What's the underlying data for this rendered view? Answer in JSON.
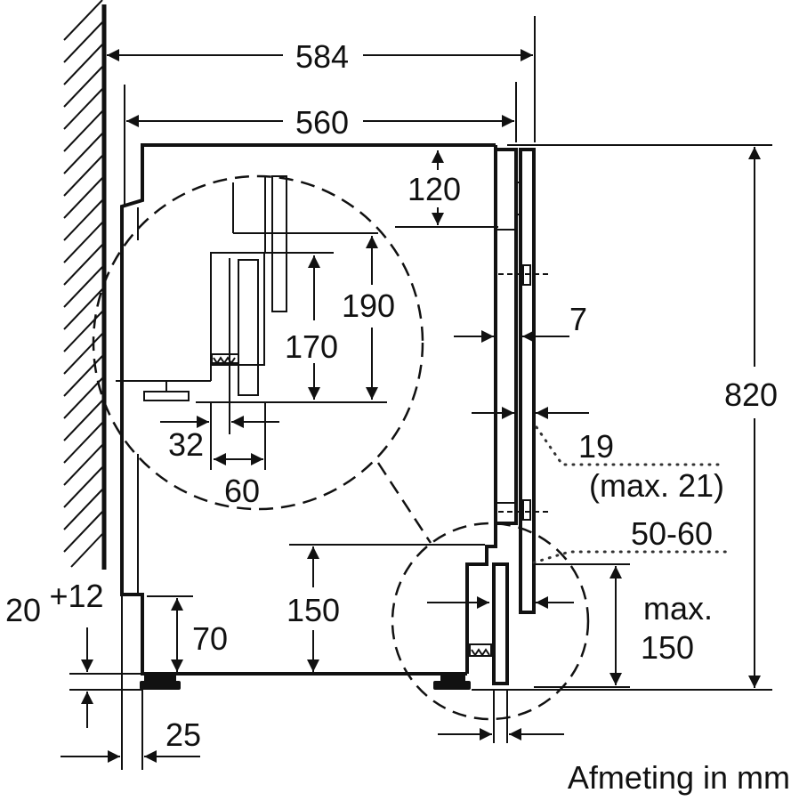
{
  "diagram": {
    "dimensions": {
      "outer_width": "584",
      "appliance_width": "560",
      "top_clearance": "120",
      "recess_190": "190",
      "recess_170": "170",
      "depth_32": "32",
      "depth_60": "60",
      "door_gap": "7",
      "door_thickness": "19",
      "door_thickness_max": "(max. 21)",
      "range_50_60": "50-60",
      "plinth_max_label": "max.",
      "plinth_max_value": "150",
      "plinth_150": "150",
      "foot_70": "70",
      "height_820": "820",
      "foot_adjust_base": "20",
      "foot_adjust_plus": "+12",
      "gap_25": "25"
    },
    "caption": "Afmeting in mm"
  }
}
